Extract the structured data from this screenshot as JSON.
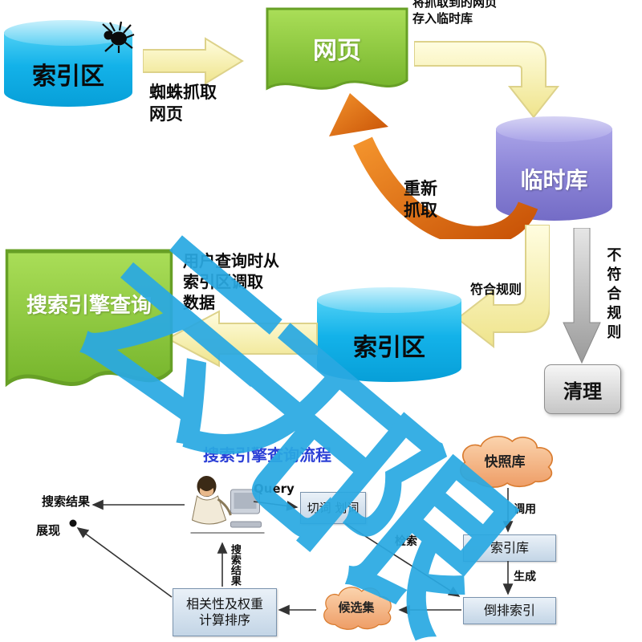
{
  "watermark": {
    "text": "云无限",
    "color": "#2aa9e2"
  },
  "colors": {
    "cyan_db": "#13b2e9",
    "purple_db": "#8d86d8",
    "green_doc": "#8cc63f",
    "yellow_arrow": "#f5eea6",
    "orange_arrow": "#e06a10",
    "gray_arrow": "#b0b0b0",
    "box_blue": "#c3d5e6",
    "cloud_orange": "#ee9d66",
    "title_blue": "#2b3fd6"
  },
  "top_flow": {
    "index_db_top": "索引区",
    "spider_icon": "spider",
    "crawl_note": "蜘蛛抓取\n网页",
    "webpage_doc": "网页",
    "store_note": "将抓取到的网页\n存入临时库",
    "temp_db": "临时库",
    "recrawl_note": "重新\n抓取",
    "match_rule_label": "符合规则",
    "no_match_rule_label": "不符合规则",
    "clean_box": "清理",
    "index_db_mid": "索引区",
    "query_note": "用户查询时从\n索引区调取\n数据",
    "query_doc": "搜索引擎查询"
  },
  "bottom_flow": {
    "title": "搜索引擎查询流程",
    "query_label": "Query",
    "segment_box": "切词 划词",
    "snapshot_cloud": "快照库",
    "call_label": "调用",
    "index_lib_box": "索引库",
    "generate_label": "生成",
    "inverted_index_box": "倒排索引",
    "candidate_cloud": "候选集",
    "rank_box": "相关性及权重\n计算排序",
    "search_result_label": "搜索结果",
    "retrieve_label": "检索",
    "display_note_line1": "搜索结果",
    "display_note_line2": "展现"
  }
}
